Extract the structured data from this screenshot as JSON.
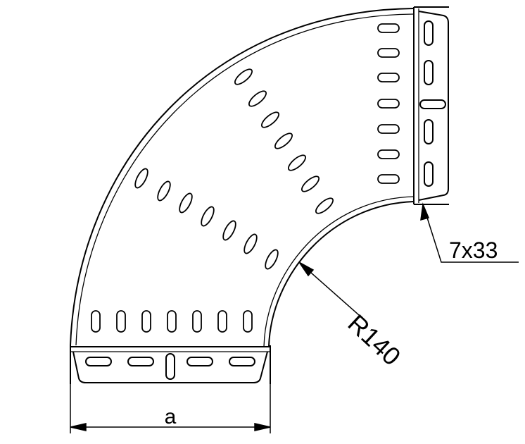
{
  "drawing": {
    "labels": {
      "width_symbol": "a",
      "radius": "R140",
      "slot_size": "7x33"
    },
    "colors": {
      "line": "#000000",
      "background": "#ffffff"
    }
  }
}
